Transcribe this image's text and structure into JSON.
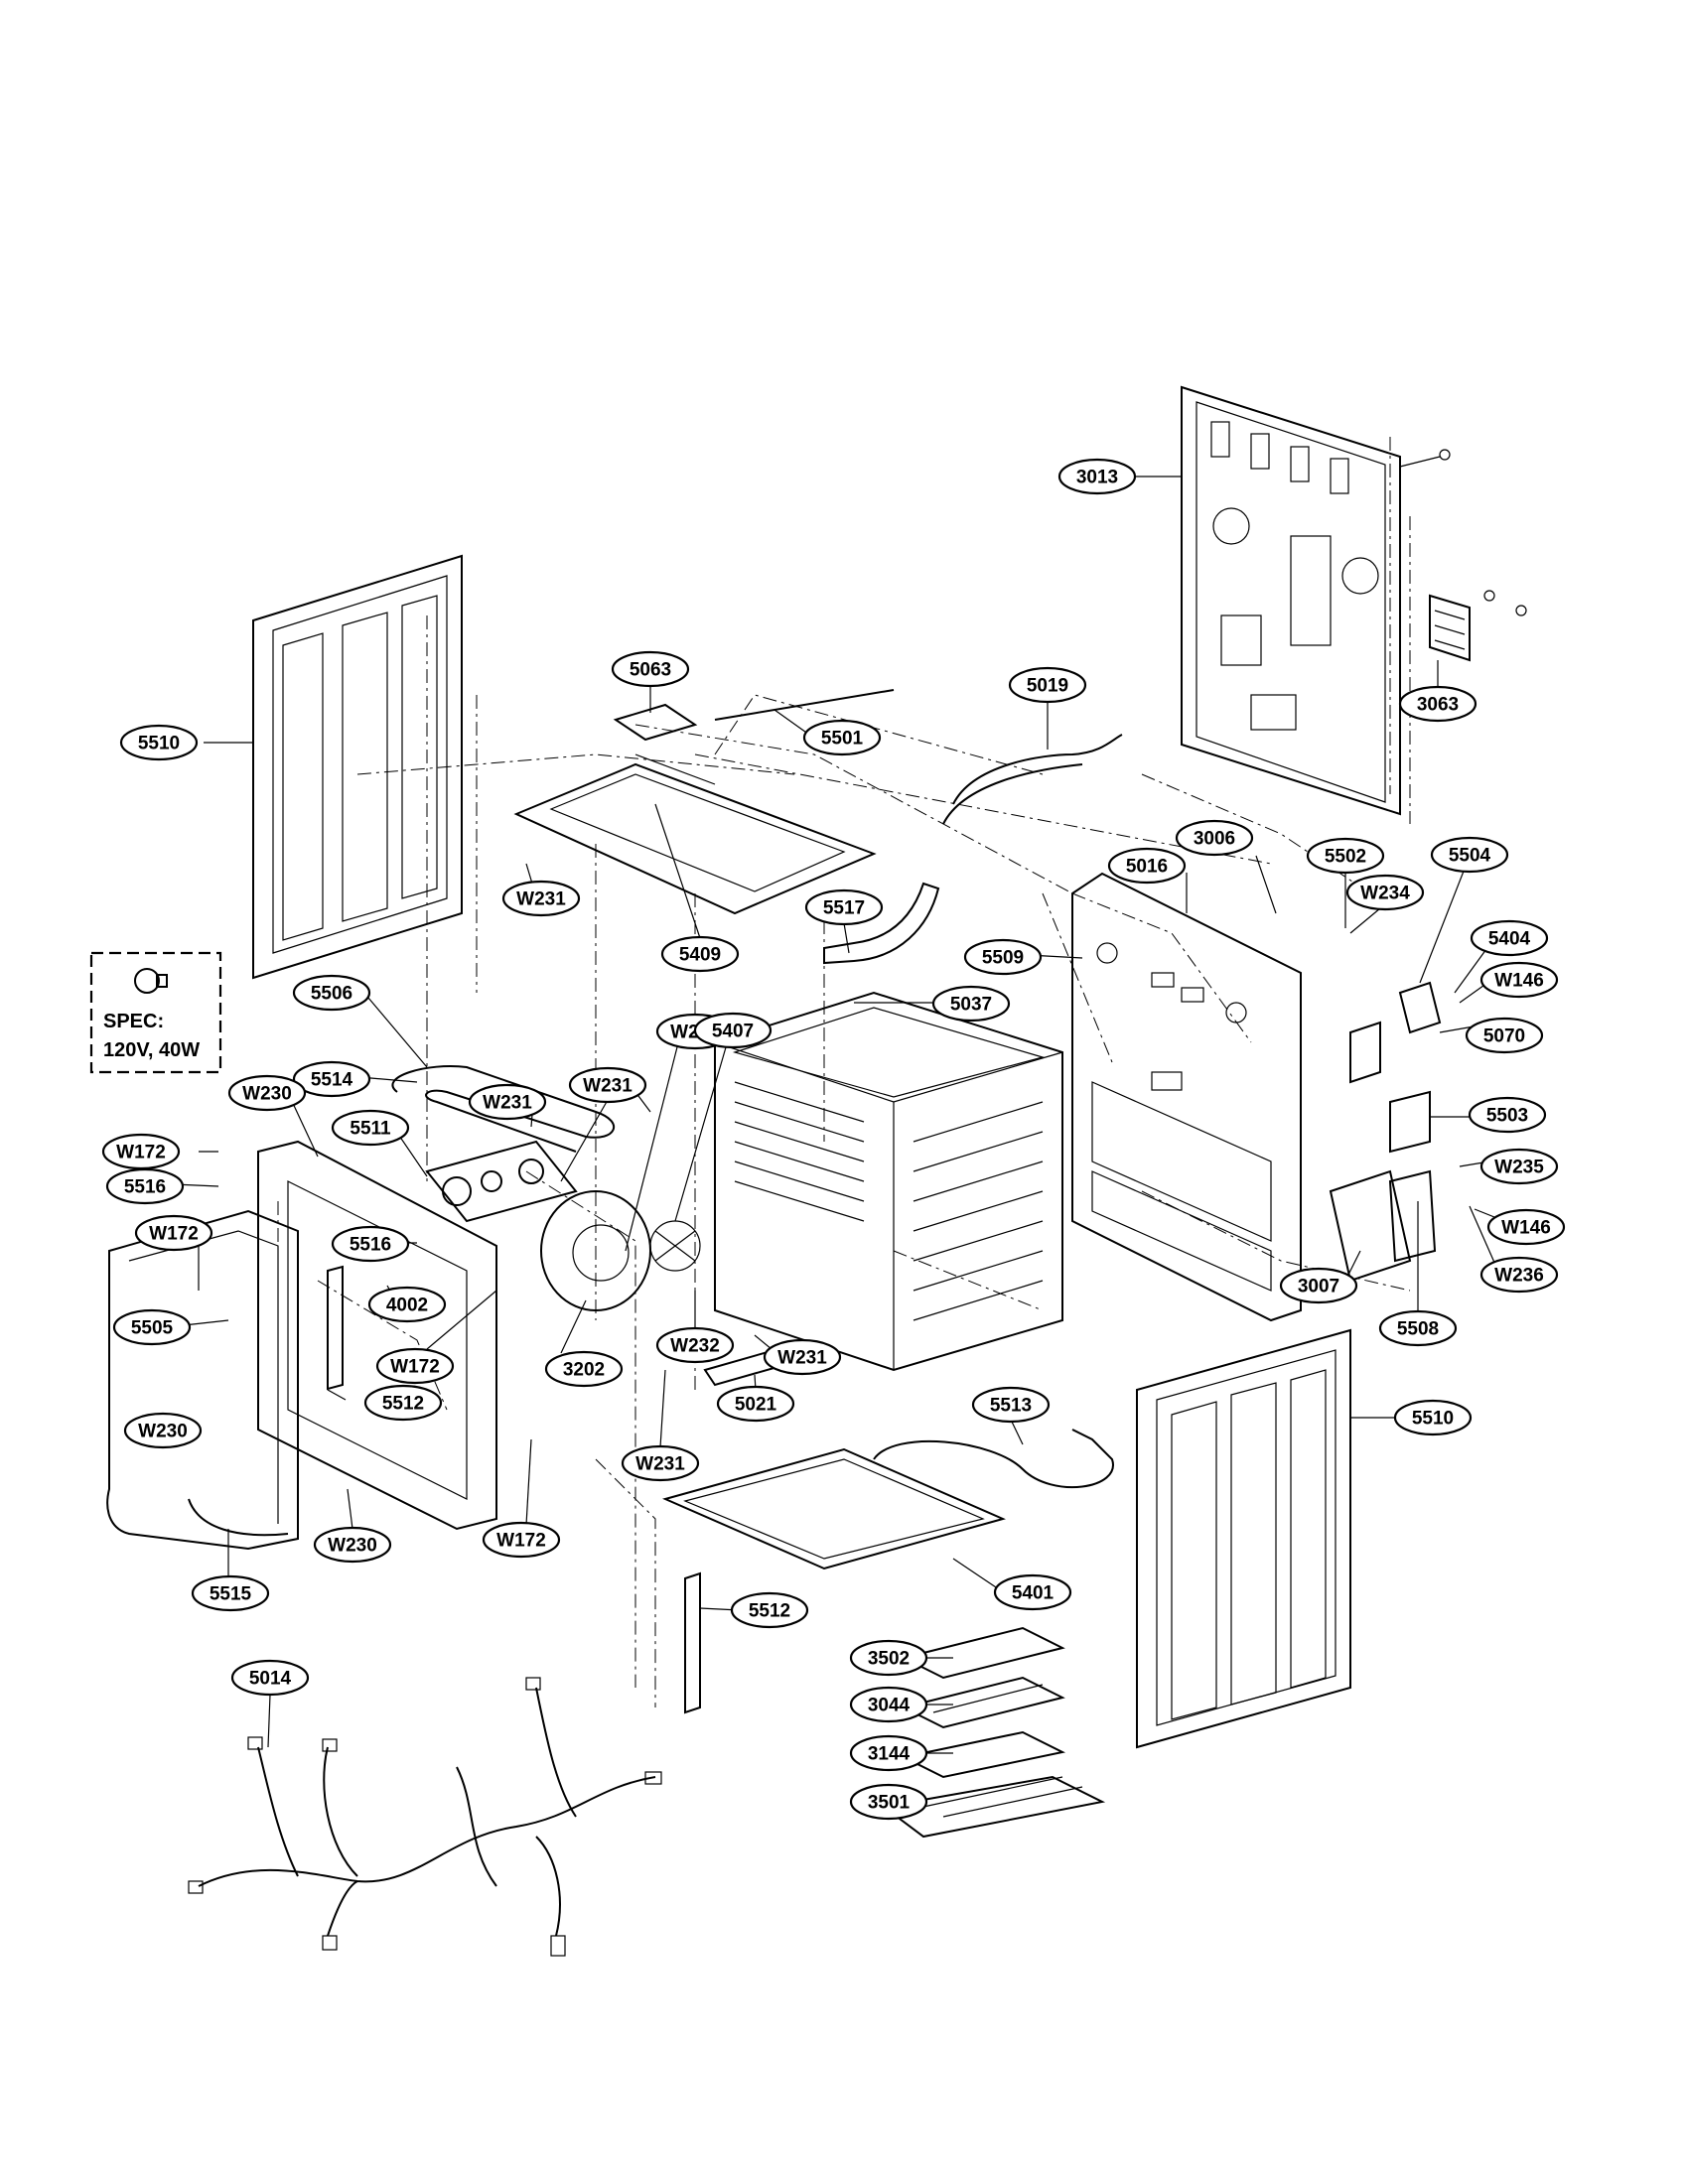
{
  "spec_box": {
    "line1": "SPEC:",
    "line2": "120V, 40W"
  },
  "callouts": [
    {
      "id": "3013",
      "label": "3013"
    },
    {
      "id": "3063",
      "label": "3063"
    },
    {
      "id": "5063",
      "label": "5063"
    },
    {
      "id": "5501",
      "label": "5501"
    },
    {
      "id": "5019",
      "label": "5019"
    },
    {
      "id": "5510-left",
      "label": "5510"
    },
    {
      "id": "5016",
      "label": "5016"
    },
    {
      "id": "3006",
      "label": "3006"
    },
    {
      "id": "5502",
      "label": "5502"
    },
    {
      "id": "5504",
      "label": "5504"
    },
    {
      "id": "W231-a",
      "label": "W231"
    },
    {
      "id": "5409",
      "label": "5409"
    },
    {
      "id": "5517",
      "label": "5517"
    },
    {
      "id": "5509",
      "label": "5509"
    },
    {
      "id": "W234",
      "label": "W234"
    },
    {
      "id": "5404",
      "label": "5404"
    },
    {
      "id": "5506",
      "label": "5506"
    },
    {
      "id": "W233",
      "label": "W233"
    },
    {
      "id": "5037",
      "label": "5037"
    },
    {
      "id": "W146-a",
      "label": "W146"
    },
    {
      "id": "5514",
      "label": "5514"
    },
    {
      "id": "5407",
      "label": "5407"
    },
    {
      "id": "5070",
      "label": "5070"
    },
    {
      "id": "W230-a",
      "label": "W230"
    },
    {
      "id": "W231-b",
      "label": "W231"
    },
    {
      "id": "W231-c",
      "label": "W231"
    },
    {
      "id": "5511",
      "label": "5511"
    },
    {
      "id": "5503",
      "label": "5503"
    },
    {
      "id": "W172-a",
      "label": "W172"
    },
    {
      "id": "W235",
      "label": "W235"
    },
    {
      "id": "5516-a",
      "label": "5516"
    },
    {
      "id": "W146-b",
      "label": "W146"
    },
    {
      "id": "W172-b",
      "label": "W172"
    },
    {
      "id": "5516-b",
      "label": "5516"
    },
    {
      "id": "W236",
      "label": "W236"
    },
    {
      "id": "4002",
      "label": "4002"
    },
    {
      "id": "3007",
      "label": "3007"
    },
    {
      "id": "5505",
      "label": "5505"
    },
    {
      "id": "W232",
      "label": "W232"
    },
    {
      "id": "5508",
      "label": "5508"
    },
    {
      "id": "W172-c",
      "label": "W172"
    },
    {
      "id": "W231-d",
      "label": "W231"
    },
    {
      "id": "3202",
      "label": "3202"
    },
    {
      "id": "5021",
      "label": "5021"
    },
    {
      "id": "5513",
      "label": "5513"
    },
    {
      "id": "5512-a",
      "label": "5512"
    },
    {
      "id": "5510-right",
      "label": "5510"
    },
    {
      "id": "W230-b",
      "label": "W230"
    },
    {
      "id": "W231-e",
      "label": "W231"
    },
    {
      "id": "W230-c",
      "label": "W230"
    },
    {
      "id": "W172-d",
      "label": "W172"
    },
    {
      "id": "5515",
      "label": "5515"
    },
    {
      "id": "5401",
      "label": "5401"
    },
    {
      "id": "5512-b",
      "label": "5512"
    },
    {
      "id": "3502",
      "label": "3502"
    },
    {
      "id": "5014",
      "label": "5014"
    },
    {
      "id": "3044",
      "label": "3044"
    },
    {
      "id": "3144",
      "label": "3144"
    },
    {
      "id": "3501",
      "label": "3501"
    }
  ]
}
